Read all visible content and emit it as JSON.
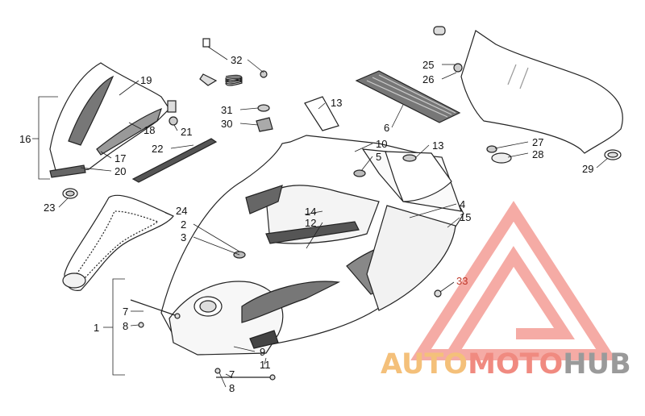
{
  "diagram": {
    "callouts": {
      "c1": "1",
      "c2": "2",
      "c3": "3",
      "c4": "4",
      "c5": "5",
      "c6": "6",
      "c7a": "7",
      "c7b": "7",
      "c8a": "8",
      "c8b": "8",
      "c9": "9",
      "c10": "10",
      "c11": "11",
      "c12": "12",
      "c13a": "13",
      "c13b": "13",
      "c14": "14",
      "c15": "15",
      "c16": "16",
      "c17": "17",
      "c18": "18",
      "c19": "19",
      "c20": "20",
      "c21": "21",
      "c22": "22",
      "c23": "23",
      "c24": "24",
      "c25": "25",
      "c26": "26",
      "c27": "27",
      "c28": "28",
      "c29": "29",
      "c30": "30",
      "c31": "31",
      "c32": "32",
      "c33": "33"
    }
  },
  "watermark": {
    "part1": "AUTO",
    "part2": "MOTO",
    "part3": "HUB",
    "colors": {
      "auto": "#f4c07a",
      "moto": "#f08a80",
      "hub": "#9a9a9a",
      "logo": "#f08a80"
    }
  }
}
